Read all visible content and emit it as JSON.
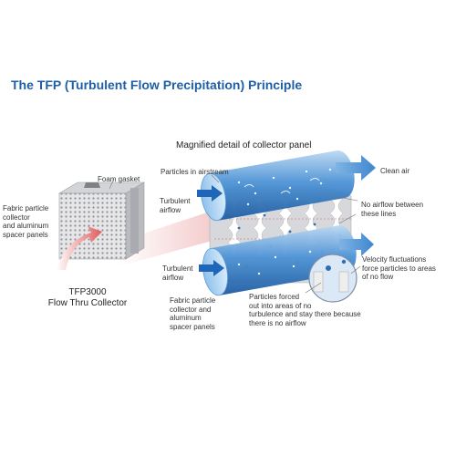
{
  "title": "The TFP (Turbulent Flow Precipitation) Principle",
  "subtitle": "Magnified detail of collector panel",
  "labels": {
    "foam_gasket": "Foam gasket",
    "fabric_left": [
      "Fabric particle",
      "collector",
      "and aluminum",
      "spacer panels"
    ],
    "product_name": "TFP3000",
    "product_desc": "Flow Thru Collector",
    "particles_airstream": "Particles in airstream",
    "turbulent_top": [
      "Turbulent",
      "airflow"
    ],
    "turbulent_bottom": [
      "Turbulent",
      "airflow"
    ],
    "fabric_bottom": [
      "Fabric particle",
      "collector and",
      "aluminum",
      "spacer panels"
    ],
    "clean_air": "Clean air",
    "no_airflow": [
      "No airflow between",
      "these lines"
    ],
    "velocity": [
      "Velocity fluctuations",
      "force particles to areas",
      "of no flow"
    ],
    "particles_forced": [
      "Particles forced",
      "out into areas of no",
      "turbulence and stay there because",
      "there is no airflow"
    ]
  },
  "colors": {
    "title_blue": "#1f5fa8",
    "tube_blue": "#3a84cc",
    "arrow_blue": "#4a95d8",
    "dot_blue": "#2d6fb5",
    "panel_gray": "#c8c9cc",
    "red_arrow": "#e06060"
  }
}
